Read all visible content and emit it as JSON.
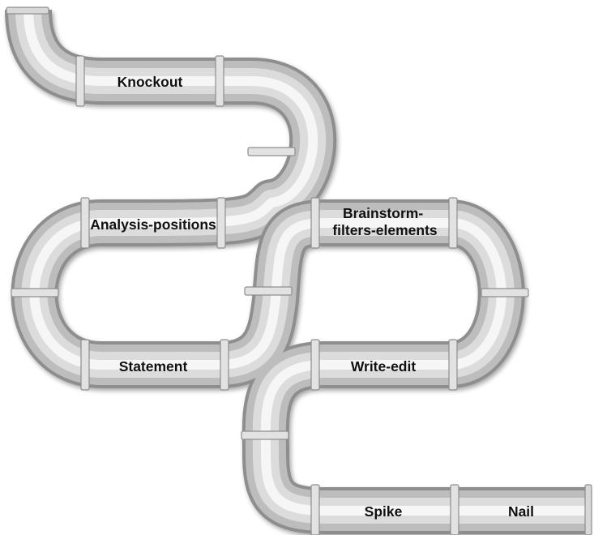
{
  "diagram": {
    "stages": [
      {
        "id": "knockout",
        "lines": [
          "Knockout"
        ]
      },
      {
        "id": "analysis-positions",
        "lines": [
          "Analysis-positions"
        ]
      },
      {
        "id": "statement",
        "lines": [
          "Statement"
        ]
      },
      {
        "id": "brainstorm-filters-elements",
        "lines": [
          "Brainstorm-",
          "filters-elements"
        ]
      },
      {
        "id": "write-edit",
        "lines": [
          "Write-edit"
        ]
      },
      {
        "id": "spike",
        "lines": [
          "Spike"
        ]
      },
      {
        "id": "nail",
        "lines": [
          "Nail"
        ]
      }
    ]
  }
}
